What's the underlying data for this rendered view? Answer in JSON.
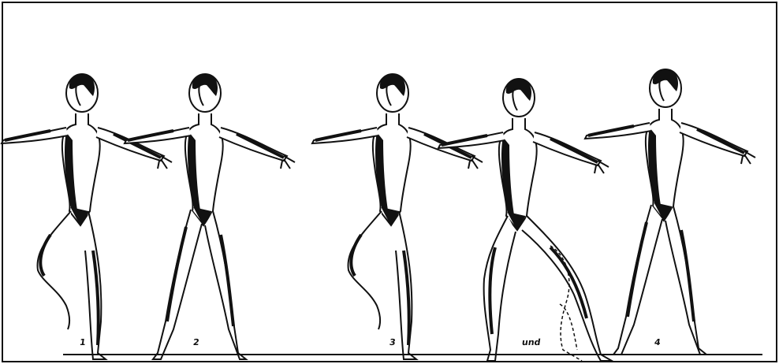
{
  "illustration": {
    "frame_color": "#111111",
    "background": "#ffffff",
    "ink": "#111111",
    "figures": [
      {
        "pose": "passe-retire",
        "count": "1"
      },
      {
        "pose": "second-position-demi-plie",
        "count": "2"
      },
      {
        "pose": "passe-retire",
        "count": "3"
      },
      {
        "pose": "lunge-with-dashed-leg",
        "count": "und"
      },
      {
        "pose": "second-position",
        "count": "4"
      }
    ]
  }
}
